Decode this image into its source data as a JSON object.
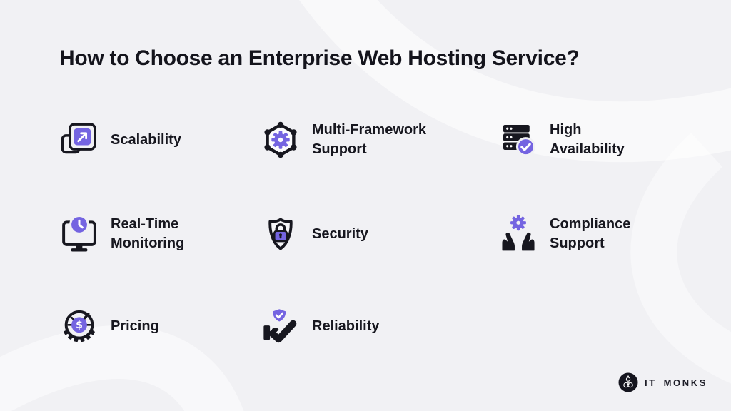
{
  "title": "How to Choose an Enterprise Web Hosting Service?",
  "items": [
    {
      "label": "Scalability",
      "icon": "scalability-icon"
    },
    {
      "label": "Multi-Framework\nSupport",
      "icon": "multi-framework-icon"
    },
    {
      "label": "High\nAvailability",
      "icon": "high-availability-icon"
    },
    {
      "label": "Real-Time\nMonitoring",
      "icon": "real-time-monitoring-icon"
    },
    {
      "label": "Security",
      "icon": "security-icon"
    },
    {
      "label": "Compliance\nSupport",
      "icon": "compliance-support-icon"
    },
    {
      "label": "Pricing",
      "icon": "pricing-icon"
    },
    {
      "label": "Reliability",
      "icon": "reliability-icon"
    }
  ],
  "logo": {
    "text": "IT_MONKS"
  },
  "colors": {
    "background": "#f1f1f4",
    "ink": "#17171f",
    "accent": "#7464e1",
    "logo_circle": "#15151e",
    "icon_detail_white": "#ffffff"
  }
}
